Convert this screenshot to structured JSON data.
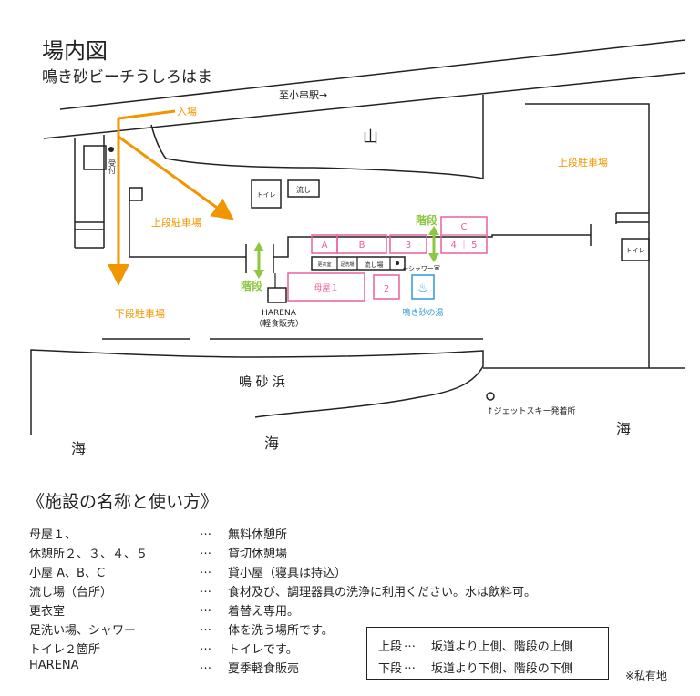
{
  "header": {
    "title": "場内図",
    "subtitle": "鳴き砂ビーチうしろはま"
  },
  "colors": {
    "line": "#222222",
    "arrow_orange": "#f29600",
    "stairs_green": "#8dc63f",
    "cabin_pink": "#e8609b",
    "bath_blue": "#2e9ad6"
  },
  "map": {
    "to_station": "至小串駅→",
    "entrance": "入場",
    "mountain": "山",
    "reception": "受付",
    "upper_parking_left": "上段駐車場",
    "upper_parking_right": "上段駐車場",
    "lower_parking": "下段駐車場",
    "stairs_left": "階段",
    "stairs_right": "階段",
    "toilet_top": "トイレ",
    "toilet_right": "トイレ",
    "sink_top": "流し",
    "cabin_a": "A",
    "cabin_b": "B",
    "cabin_c": "C",
    "rest_3": "3",
    "rest_45": "4 ｜ 5",
    "rest_2": "2",
    "changing_room": "更衣室",
    "footwash": "足洗場",
    "sink_bar": "流し場",
    "shower": "←シャワー室",
    "main_house": "母屋１",
    "hot_spring": "鳴き砂の湯",
    "harena": "HARENA",
    "harena_sub": "（軽食販売）",
    "beach": "鳴 砂 浜",
    "sea_left": "海",
    "sea_center": "海",
    "sea_right": "海",
    "jetski": "↑ジェットスキー発着所"
  },
  "legend": {
    "title": "《施設の名称と使い方》",
    "dots": "…",
    "items": [
      {
        "name": "母屋１、",
        "desc": "無料休憩所"
      },
      {
        "name": "休憩所２、３、４、５",
        "desc": "貸切休憩場"
      },
      {
        "name": "小屋 A、B、C",
        "desc": "貸小屋（寝具は持込）"
      },
      {
        "name": "流し場（台所）",
        "desc": "食材及び、調理器具の洗浄に利用ください。水は飲料可。"
      },
      {
        "name": "更衣室",
        "desc": "着替え専用。"
      },
      {
        "name": "足洗い場、シャワー",
        "desc": "体を洗う場所です。"
      },
      {
        "name": "トイレ２箇所",
        "desc": "トイレです。"
      },
      {
        "name": "HARENA",
        "desc": "夏季軽食販売"
      }
    ]
  },
  "key": {
    "rows": [
      {
        "term": "上段",
        "dots": "…",
        "desc": "坂道より上側、階段の上側"
      },
      {
        "term": "下段",
        "dots": "…",
        "desc": "坂道より下側、階段の下側"
      }
    ]
  },
  "note": "※私有地"
}
